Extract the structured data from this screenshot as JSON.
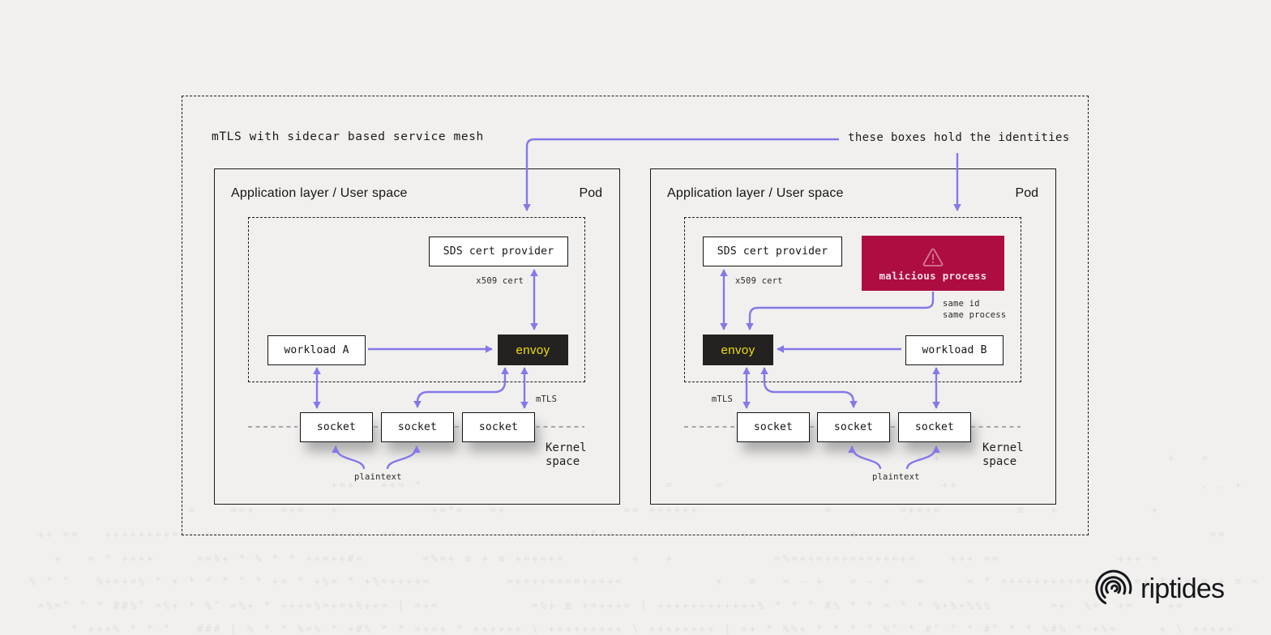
{
  "title": "mTLS with sidecar based service mesh",
  "annotation": {
    "label": "these boxes hold the identities"
  },
  "pods": {
    "left": {
      "header": "Application layer / User space",
      "pod_label": "Pod",
      "sds_label": "SDS cert provider",
      "x509_label": "x509 cert",
      "workload_label": "workload A",
      "envoy_label": "envoy",
      "mtls_label": "mTLS",
      "sockets": [
        "socket",
        "socket",
        "socket"
      ],
      "kernel_line1": "Kernel",
      "kernel_line2": "space",
      "plaintext_label": "plaintext"
    },
    "right": {
      "header": "Application layer / User space",
      "pod_label": "Pod",
      "sds_label": "SDS cert provider",
      "x509_label": "x509 cert",
      "malicious_label": "malicious process",
      "same_line1": "same id",
      "same_line2": "same process",
      "workload_label": "workload B",
      "envoy_label": "envoy",
      "mtls_label": "mTLS",
      "sockets": [
        "socket",
        "socket",
        "socket"
      ],
      "kernel_line1": "Kernel",
      "kernel_line2": "space",
      "plaintext_label": "plaintext"
    }
  },
  "logo": {
    "text": "riptides"
  },
  "colors": {
    "background": "#f1f0ef",
    "accent_purple": "#8578e8",
    "malicious_red": "#ad0d41",
    "envoy_black": "#232220",
    "envoy_yellow": "#f0e003",
    "warning_pink": "#d57b93",
    "kernel_dash_gray": "#9d9c9b"
  },
  "background_art": {
    "rows": [
      "                                                                                                           + +                           +   =",
      "                                     +=+   ++= *                             =     =                          ++                             . . +             +  +",
      "                    =    ==+   =+=   +           +=*=   =+              == ++++++               =        =+=+=         ≡   +           +                  ++",
      "  ++ ==   ++++++++=++ ==             =+++  ==             ++   =+=+ * =               +        =   ≡                                          ==        +         +",
      "    +   = * ++++     ==%+ * % * * ++=++#=       =%=+ ≡ + ≡ +=+=+=        +   +            =%=++=+=+=+=++=+=    +++ ==              +++ =",
      " % * \"   %+=+=% * + * * * \" * += * +%= * +%=++++=         =++++====++++=           +   ≡   = - +   = - +   =     = * +++++++++=+=++++=+ * += ≡ + ≡ =",
      "  =%=\" \" * ##%\" =%+ * %\" =%+ * +++=%=+=+%++= [ =+=           =%+ ≣ +=+++= [ ++++++++++++% * * \" #% * * = * * %+%+%%%       =+  %=  +=    +=",
      "      * +++% * * \"   ### [ % * * %=% * +#% * * =+=+ * ++++++ \\ +++++++++ \\ ++++++++ [ =+ * %%+ * * * \" %\" * #\" \" * #\" * * %#% * +%=     + \\ +++++"
    ]
  }
}
